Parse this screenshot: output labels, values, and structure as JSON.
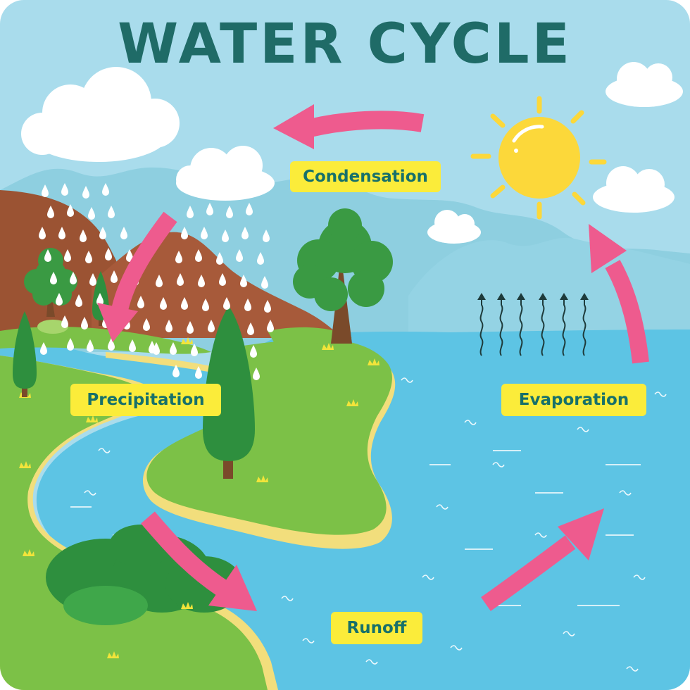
{
  "title": "WATER CYCLE",
  "labels": {
    "condensation": "Condensation",
    "precipitation": "Precipitation",
    "evaporation": "Evaporation",
    "runoff": "Runoff"
  },
  "colors": {
    "sky": "#a9dcec",
    "water": "#5dc4e4",
    "grass": "#7cc147",
    "arrow": "#ee5b8e",
    "label_bg": "#fbec3a",
    "label_text": "#17706a",
    "title": "#1f6b67",
    "sun": "#fcd83a"
  }
}
